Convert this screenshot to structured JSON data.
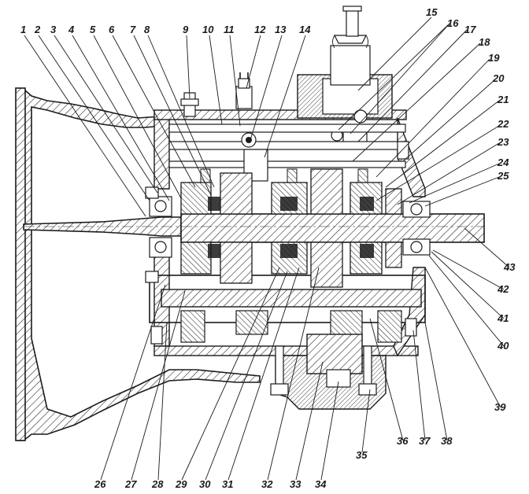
{
  "diagram": {
    "callouts_top": [
      "1",
      "2",
      "3",
      "4",
      "5",
      "6",
      "7",
      "8",
      "9",
      "10",
      "11",
      "12",
      "13",
      "14"
    ],
    "callouts_right": [
      "15",
      "16",
      "17",
      "18",
      "19",
      "20",
      "21",
      "22",
      "23",
      "24",
      "25",
      "43",
      "42",
      "41",
      "40",
      "39",
      "38",
      "37",
      "36"
    ],
    "callouts_bottom": [
      "26",
      "27",
      "28",
      "29",
      "30",
      "31",
      "32",
      "33",
      "34",
      "35"
    ]
  }
}
